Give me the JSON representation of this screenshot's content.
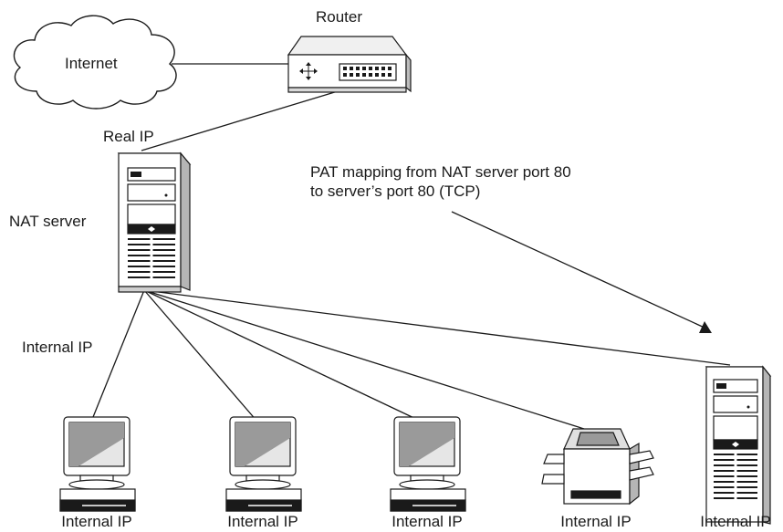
{
  "labels": {
    "internet": "Internet",
    "router": "Router",
    "real_ip": "Real IP",
    "nat_server": "NAT server",
    "internal_ip_link": "Internal IP"
  },
  "annotation": {
    "line1": "PAT mapping from NAT server port 80",
    "line2": "to server’s port 80 (TCP)"
  },
  "devices": [
    {
      "id": "pc-1",
      "label": "Internal IP"
    },
    {
      "id": "pc-2",
      "label": "Internal IP"
    },
    {
      "id": "pc-3",
      "label": "Internal IP"
    },
    {
      "id": "printer",
      "label": "Internal IP"
    },
    {
      "id": "web-server",
      "label": "Internal IP"
    }
  ]
}
